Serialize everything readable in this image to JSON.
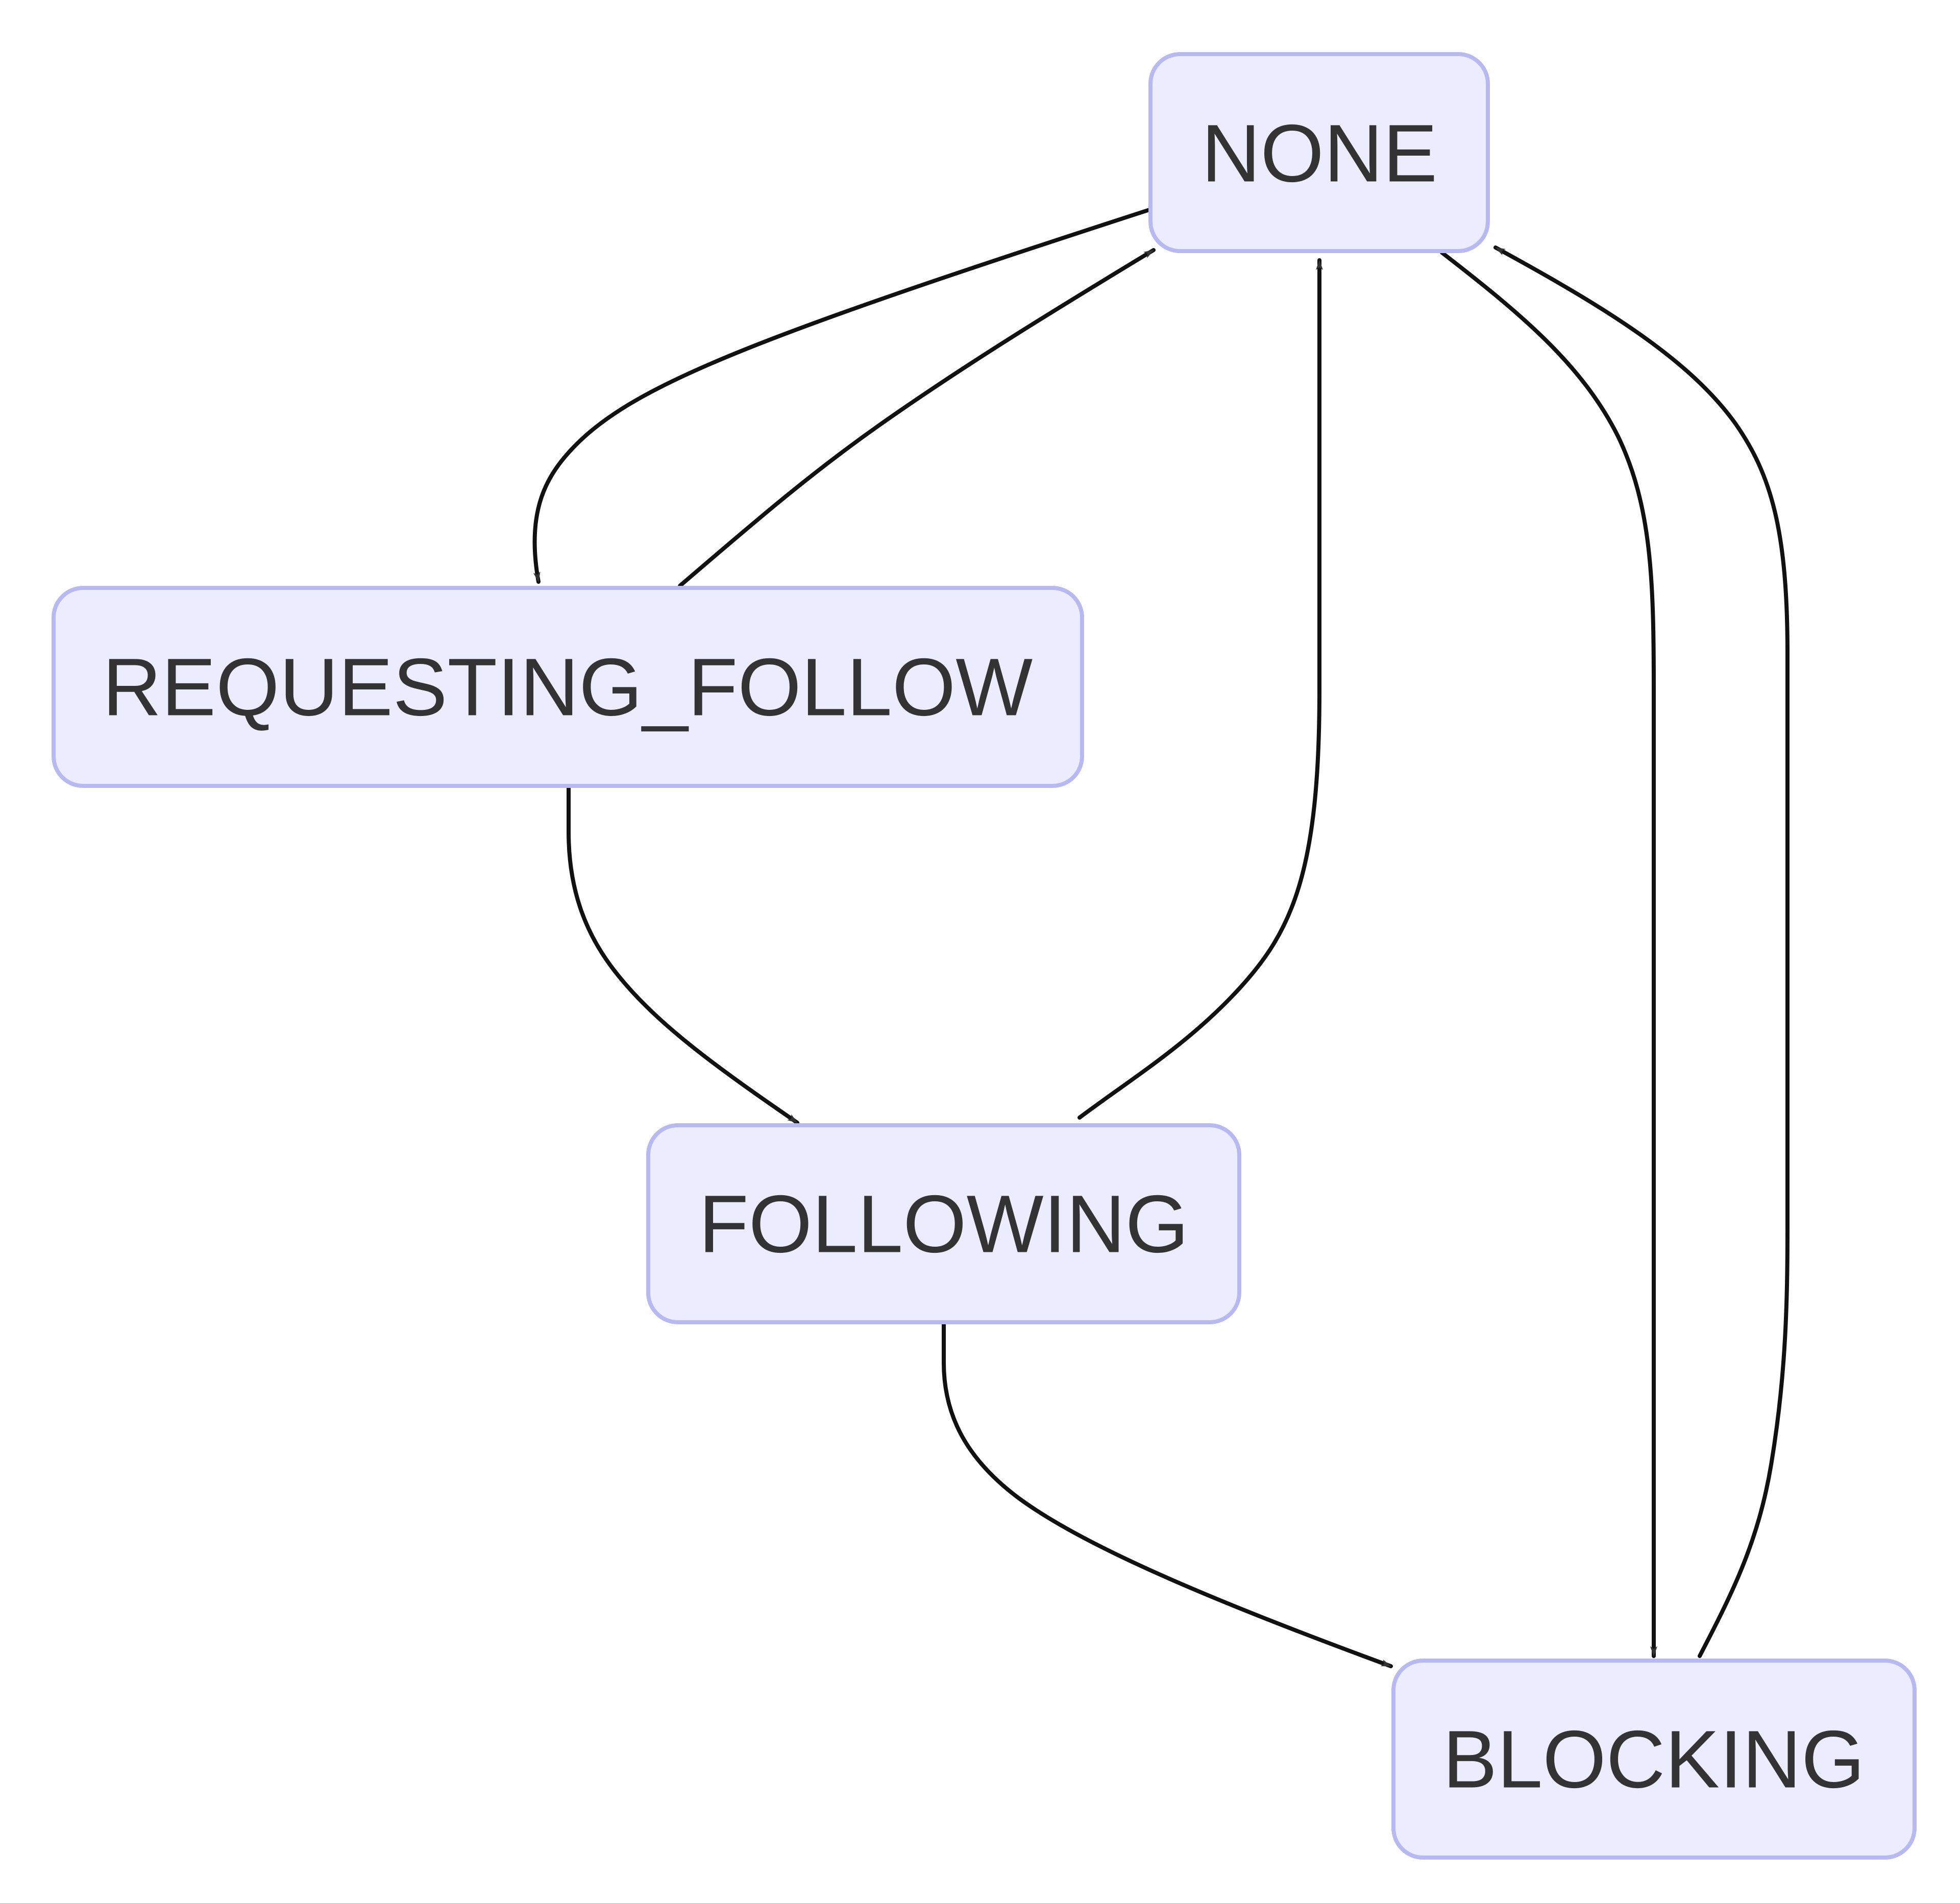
{
  "colors": {
    "background": "#ffffff",
    "node_fill": "#ececff",
    "node_border": "#b8b9f0",
    "node_text": "#333333",
    "edge": "#111111",
    "arrowhead": "#333333"
  },
  "diagram": {
    "type": "state-diagram",
    "states": [
      {
        "id": "none",
        "label": "NONE"
      },
      {
        "id": "requesting_follow",
        "label": "REQUESTING_FOLLOW"
      },
      {
        "id": "following",
        "label": "FOLLOWING"
      },
      {
        "id": "blocking",
        "label": "BLOCKING"
      }
    ],
    "transitions": [
      {
        "from": "none",
        "to": "requesting_follow"
      },
      {
        "from": "requesting_follow",
        "to": "none"
      },
      {
        "from": "requesting_follow",
        "to": "following"
      },
      {
        "from": "following",
        "to": "none"
      },
      {
        "from": "none",
        "to": "blocking"
      },
      {
        "from": "blocking",
        "to": "none"
      },
      {
        "from": "following",
        "to": "blocking"
      }
    ]
  }
}
